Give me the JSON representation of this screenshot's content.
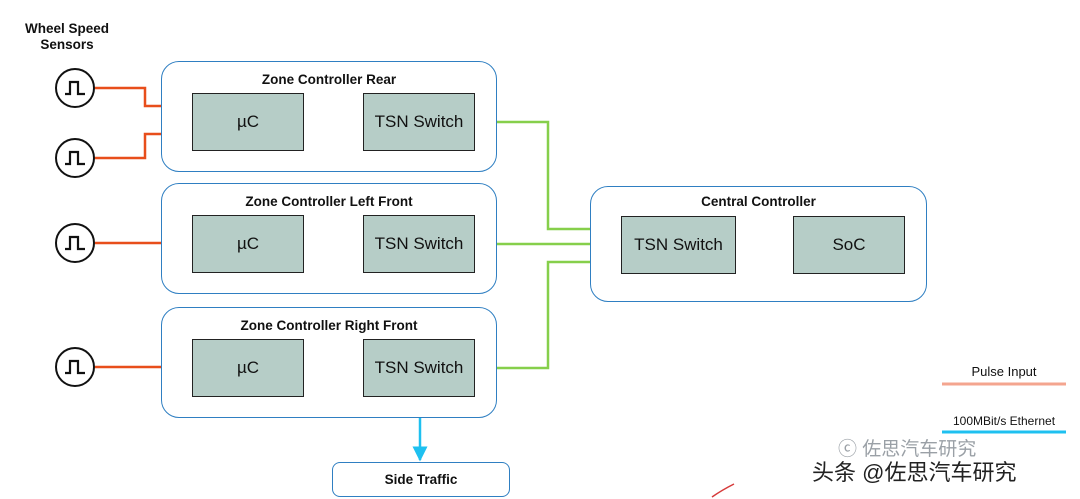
{
  "sensors_title": "Wheel Speed Sensors",
  "zones": {
    "rear": {
      "title": "Zone Controller Rear",
      "uc": "µC",
      "switch": "TSN Switch"
    },
    "left_front": {
      "title": "Zone Controller Left Front",
      "uc": "µC",
      "switch": "TSN Switch"
    },
    "right_front": {
      "title": "Zone Controller Right Front",
      "uc": "µC",
      "switch": "TSN Switch"
    }
  },
  "central": {
    "title": "Central Controller",
    "switch": "TSN Switch",
    "soc": "SoC"
  },
  "side_traffic": "Side Traffic",
  "legend": {
    "pulse": {
      "label": "Pulse Input",
      "color": "#f4a58f"
    },
    "ethernet": {
      "label": "100MBit/s Ethernet",
      "color": "#1ec0f0"
    }
  },
  "colors": {
    "pulse": "#e84e1b",
    "ethernet": "#1ec0f0",
    "trunk": "#86cf4b",
    "border": "#2f7fc2",
    "block": "#b6cdc7"
  },
  "watermark": {
    "faint": "佐思汽车研究",
    "main": "头条 @佐思汽车研究"
  }
}
